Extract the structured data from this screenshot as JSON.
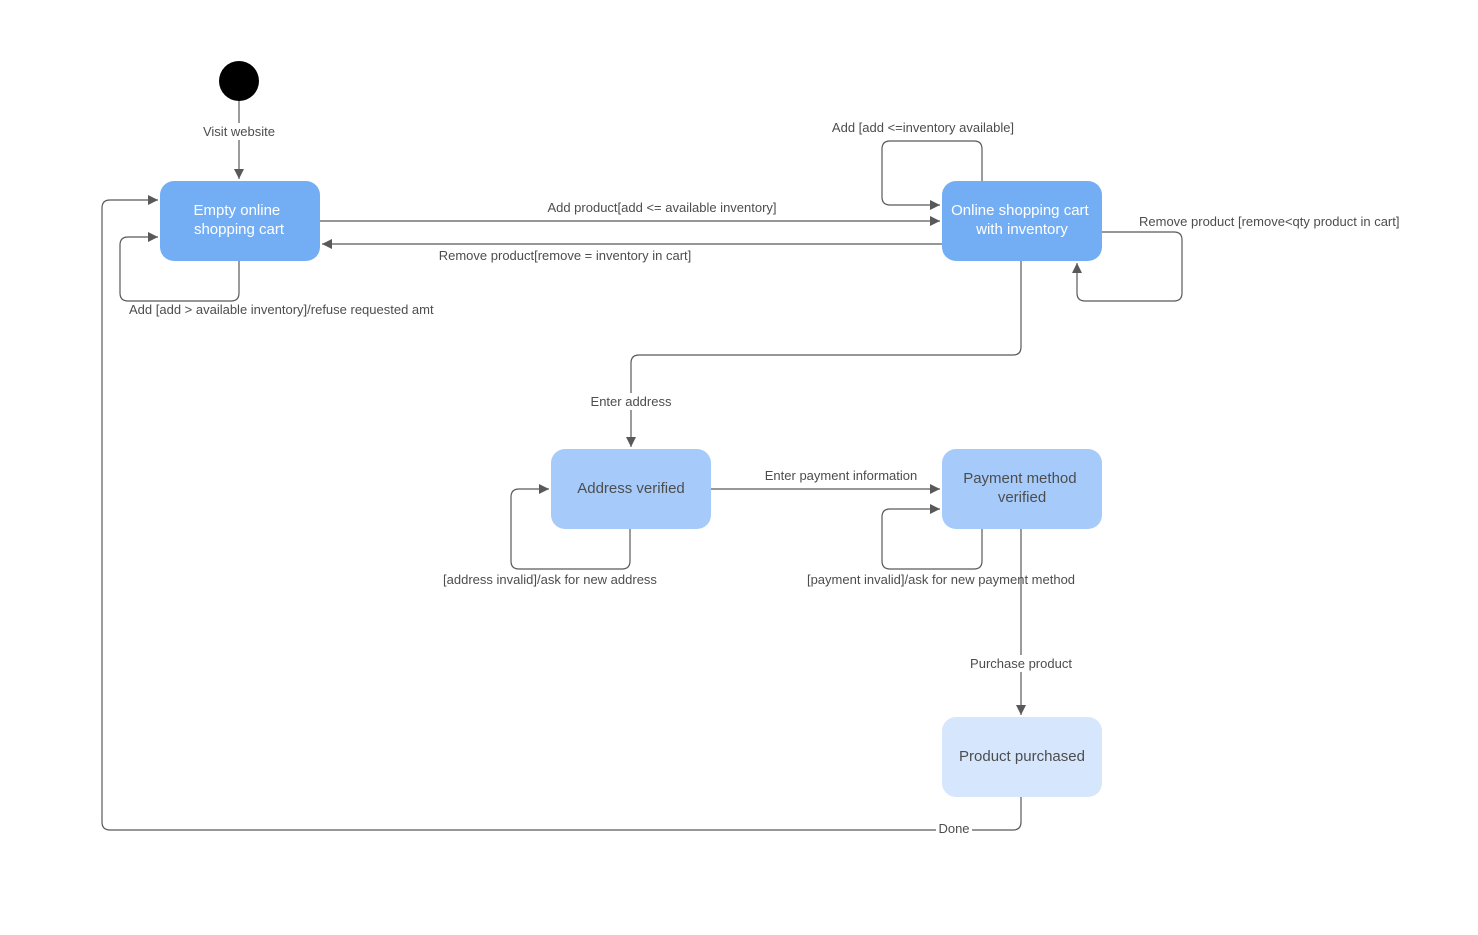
{
  "diagram": {
    "type": "uml-state-machine",
    "colors": {
      "state_dark": "#73AEF5",
      "state_mid": "#A6CBFB",
      "state_light": "#D6E6FD",
      "text_light": "#FFFFFF",
      "text_dark": "#4D4D4D",
      "edge": "#595959",
      "initial": "#000000"
    },
    "initial": {
      "name": "initial-state"
    },
    "states": [
      {
        "id": "empty",
        "lines": [
          "Empty online",
          "shopping cart"
        ],
        "shade": "dark"
      },
      {
        "id": "cart",
        "lines": [
          "Online shopping cart",
          "with inventory"
        ],
        "shade": "dark"
      },
      {
        "id": "address",
        "lines": [
          "Address verified"
        ],
        "shade": "mid"
      },
      {
        "id": "payment",
        "lines": [
          "Payment method",
          "verified"
        ],
        "shade": "mid"
      },
      {
        "id": "purchased",
        "lines": [
          "Product purchased"
        ],
        "shade": "light"
      }
    ],
    "transitions": [
      {
        "id": "visit",
        "from": "initial",
        "to": "empty",
        "label": "Visit website"
      },
      {
        "id": "add-product",
        "from": "empty",
        "to": "cart",
        "label": "Add product[add <= available inventory]"
      },
      {
        "id": "remove-all",
        "from": "cart",
        "to": "empty",
        "label": "Remove product[remove = inventory in cart]"
      },
      {
        "id": "refuse",
        "from": "empty",
        "to": "empty",
        "label": "Add [add > available inventory]/refuse requested amt"
      },
      {
        "id": "add-more",
        "from": "cart",
        "to": "cart",
        "label": "Add [add <=inventory available]"
      },
      {
        "id": "remove-some",
        "from": "cart",
        "to": "cart",
        "label": "Remove product [remove<qty product in cart]"
      },
      {
        "id": "enter-address",
        "from": "cart",
        "to": "address",
        "label": "Enter address"
      },
      {
        "id": "address-invalid",
        "from": "address",
        "to": "address",
        "label": "[address invalid]/ask for new address"
      },
      {
        "id": "enter-payment",
        "from": "address",
        "to": "payment",
        "label": "Enter payment information"
      },
      {
        "id": "payment-invalid",
        "from": "payment",
        "to": "payment",
        "label": "[payment invalid]/ask for new payment method"
      },
      {
        "id": "purchase",
        "from": "payment",
        "to": "purchased",
        "label": "Purchase product"
      },
      {
        "id": "done",
        "from": "purchased",
        "to": "empty",
        "label": "Done"
      }
    ]
  }
}
